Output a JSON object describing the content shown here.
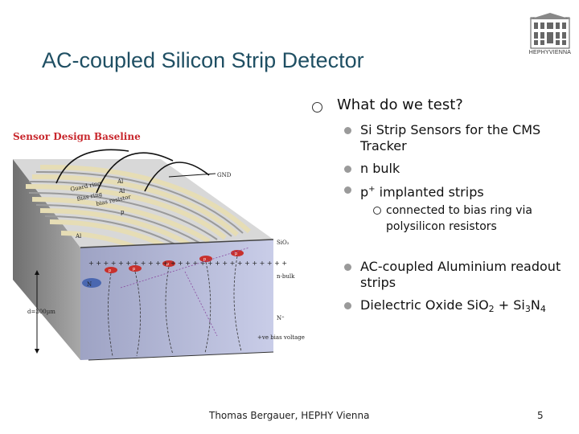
{
  "slide": {
    "title": "AC-coupled Silicon Strip Detector",
    "logo_text": "HEPHYVIENNA",
    "footer": "Thomas Bergauer, HEPHY Vienna",
    "page_number": "5"
  },
  "outline": {
    "heading": "What do we test?",
    "items": [
      {
        "text": "Si Strip Sensors for the CMS Tracker"
      },
      {
        "text": "n bulk"
      },
      {
        "text_main": "p",
        "text_sup": "+",
        "text_rest": " implanted strips",
        "sub_items": [
          {
            "text": "connected to bias ring via polysilicon resistors"
          }
        ]
      },
      {
        "text": "AC-coupled Aluminium readout strips"
      },
      {
        "text_prefix": "Dielectric Oxide Si",
        "o": "O",
        "sub1": "2",
        "plus": " + Si",
        "sub2": "3",
        "n": "N",
        "sub3": "4"
      }
    ]
  },
  "figure": {
    "title": "Sensor Design Baseline",
    "labels": {
      "gnd": "GND",
      "guard_ring": "Guard ring",
      "bias_ring": "Bias ring",
      "bias_resistor": "bias resistor",
      "al1": "Al",
      "al2": "Al",
      "al3": "Al",
      "p": "p",
      "sio2": "SiO₂",
      "nbulk": "n-bulk",
      "n": "N",
      "nplus": "N⁺",
      "thickness": "d=300µm",
      "bias_voltage": "+ve bias voltage"
    }
  },
  "colors": {
    "title": "#1f4f63",
    "diagram_title": "#c8272d",
    "bulk": "#c6cbe6",
    "strip": "#d9d0a6"
  }
}
